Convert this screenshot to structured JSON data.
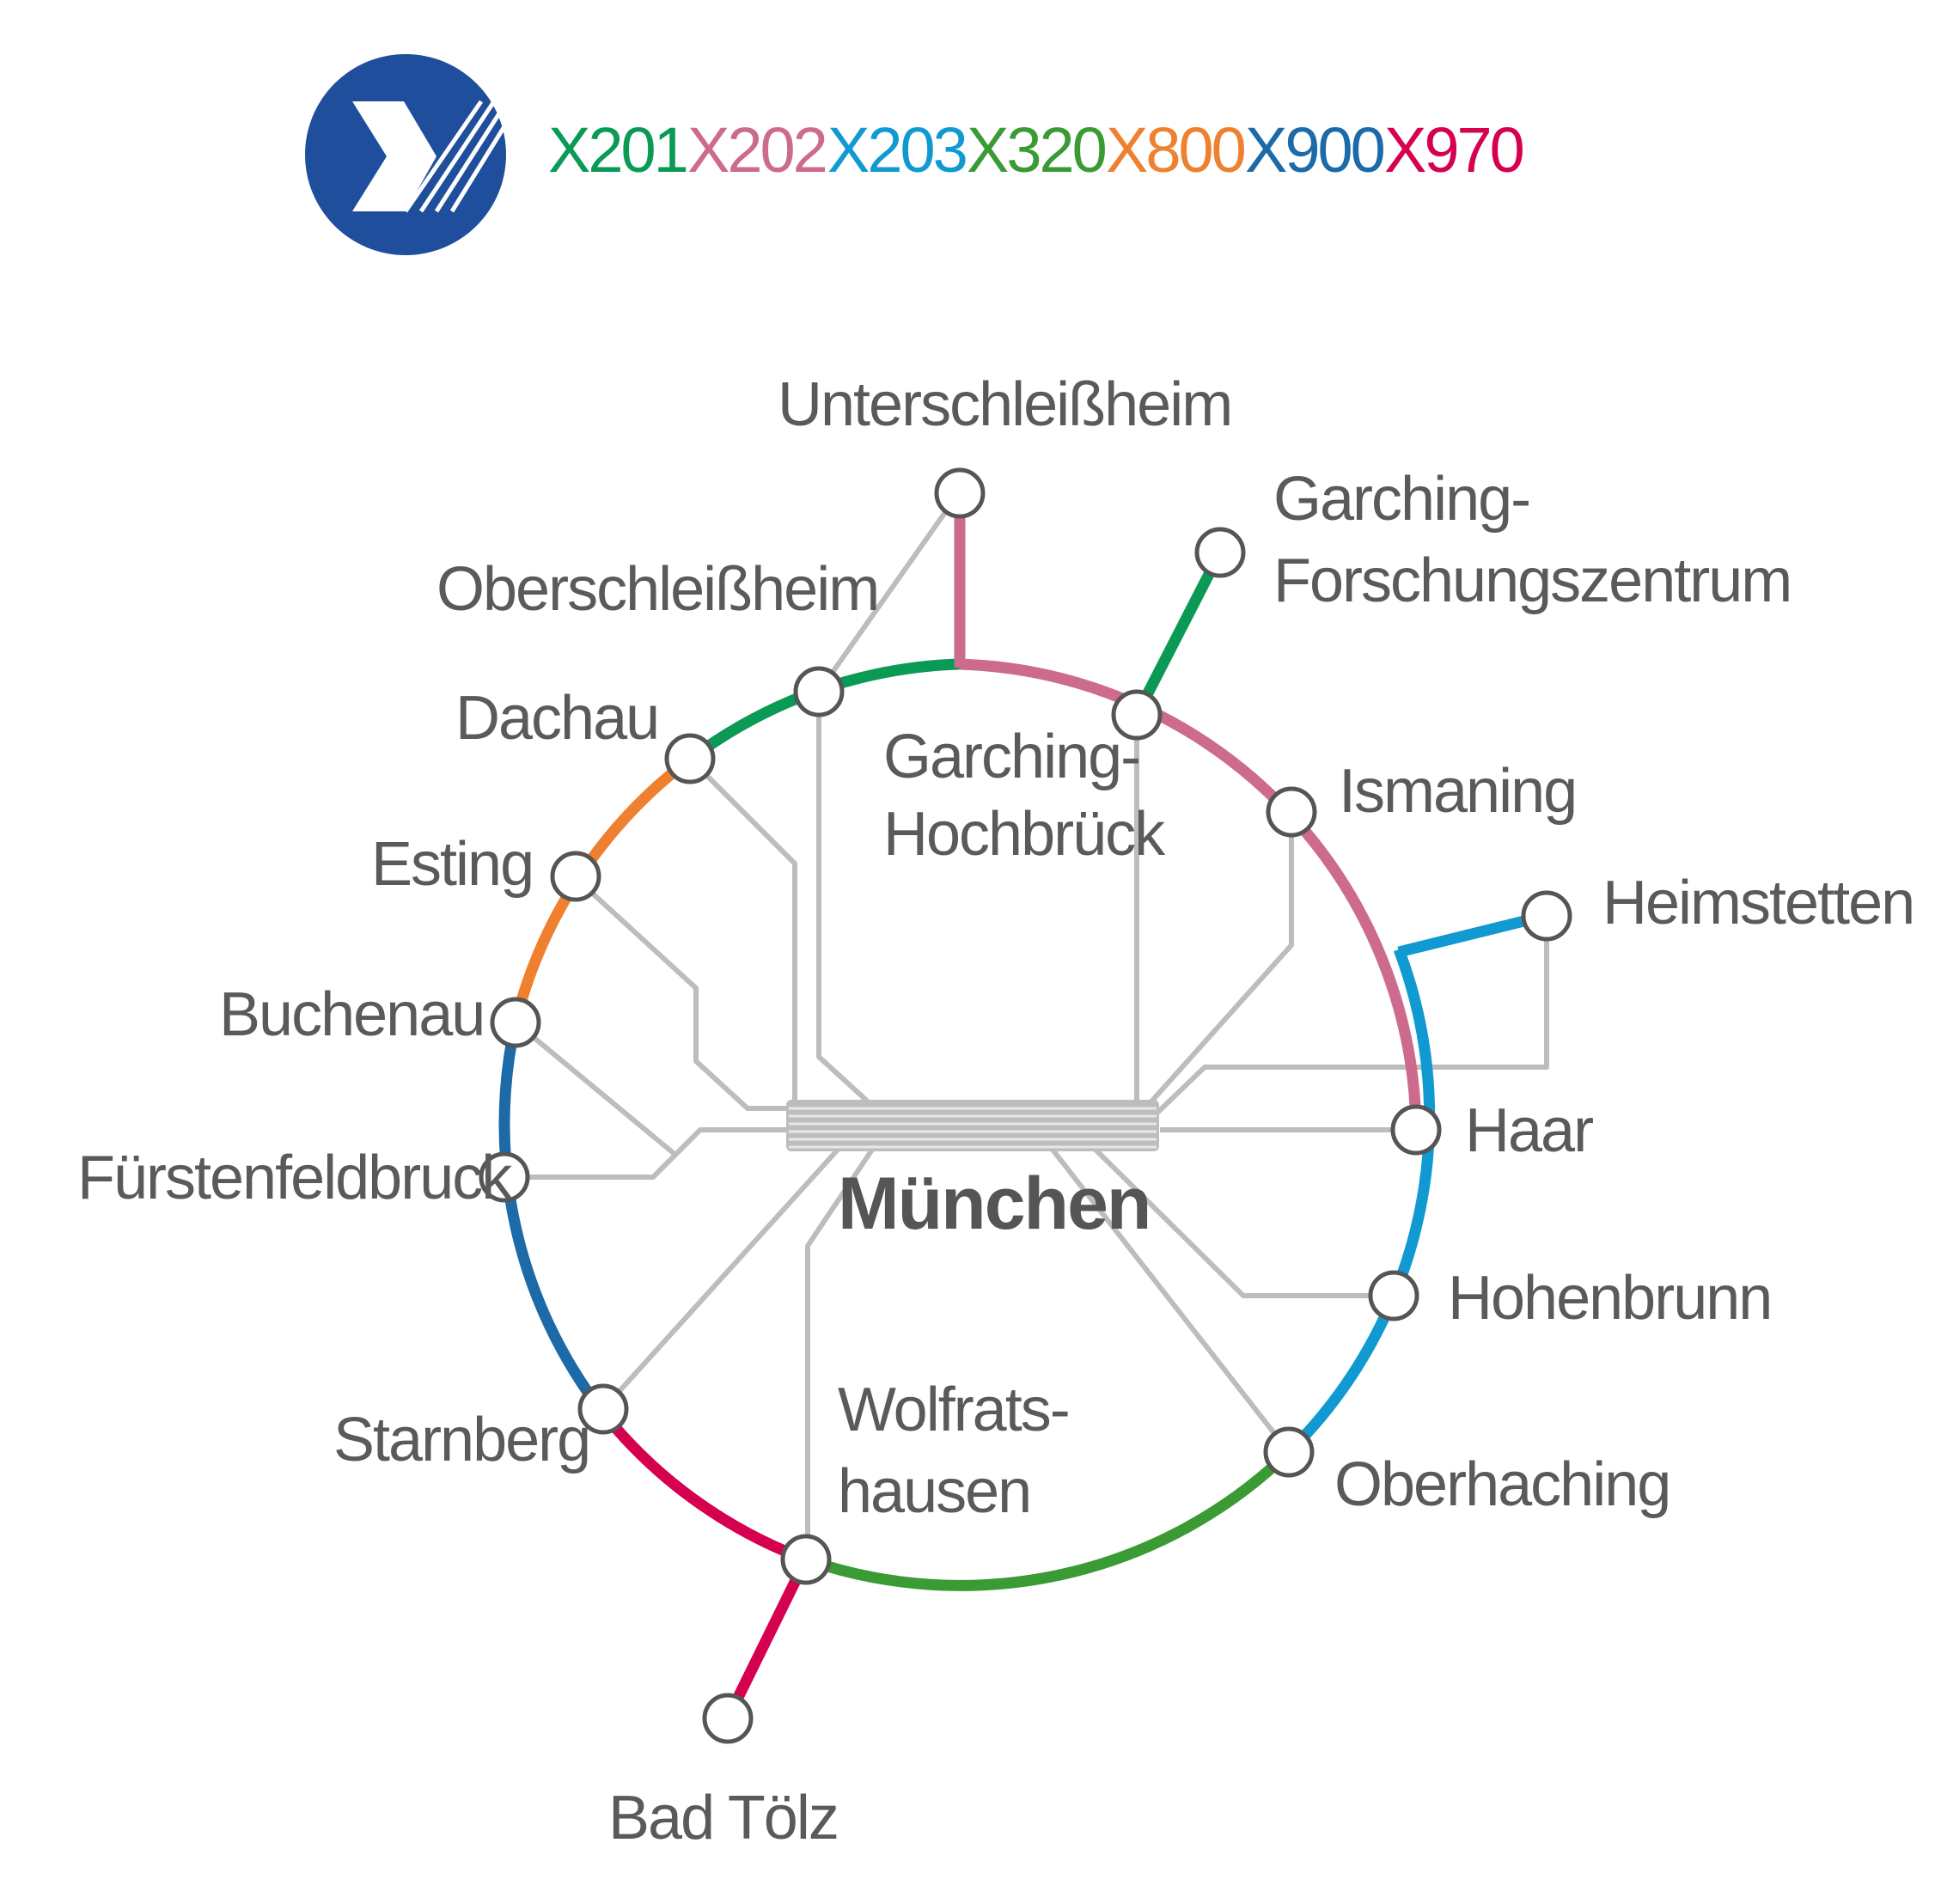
{
  "colors": {
    "X201": "#0a9a55",
    "X202": "#cc6b8e",
    "X203": "#119ad2",
    "X320": "#3a9b35",
    "X800": "#ee8030",
    "X900": "#1c6aa8",
    "X970": "#d5004f",
    "logo": "#1f4f9c",
    "feeder": "#bdbdbd",
    "text": "#5a5a5a"
  },
  "logo": {
    "icon": "x-express-bus-logo"
  },
  "legend": [
    {
      "line": "X201",
      "color": "#0a9a55"
    },
    {
      "line": "X202",
      "color": "#cc6b8e"
    },
    {
      "line": "X203",
      "color": "#119ad2"
    },
    {
      "line": "X320",
      "color": "#3a9b35"
    },
    {
      "line": "X800",
      "color": "#ee8030"
    },
    {
      "line": "X900",
      "color": "#1c6aa8"
    },
    {
      "line": "X970",
      "color": "#d5004f"
    }
  ],
  "center": {
    "name": "München"
  },
  "stations": {
    "unterschleissheim": "Unterschleißheim",
    "garching_forschungszentrum_1": "Garching-",
    "garching_forschungszentrum_2": "Forschungszentrum",
    "oberschleissheim": "Oberschleißheim",
    "dachau": "Dachau",
    "garching_hochbrueck_1": "Garching-",
    "garching_hochbrueck_2": "Hochbrück",
    "ismaning": "Ismaning",
    "heimstetten": "Heimstetten",
    "esting": "Esting",
    "buchenau": "Buchenau",
    "haar": "Haar",
    "fuerstenfeldbruck": "Fürstenfeldbruck",
    "hohenbrunn": "Hohenbrunn",
    "wolfratshausen_1": "Wolfrats-",
    "wolfratshausen_2": "hausen",
    "starnberg": "Starnberg",
    "oberhaching": "Oberhaching",
    "bad_toelz": "Bad Tölz"
  }
}
